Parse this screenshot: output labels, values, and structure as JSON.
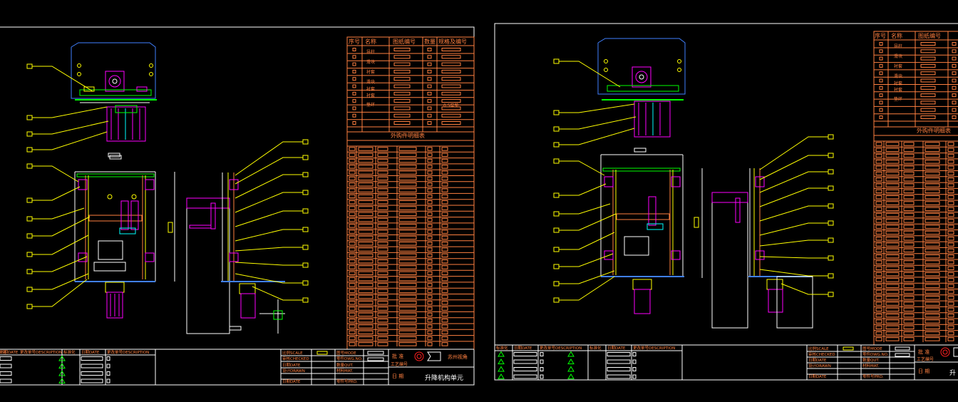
{
  "colors": {
    "background": "#000000",
    "frame": "#ffffff",
    "table": "#ff8040",
    "leader": "#ffff00",
    "machine": "#00ffff",
    "magenta": "#ff00ff",
    "green": "#00ff00",
    "blue": "#4080ff",
    "red": "#ff2020"
  },
  "sheet_left": {
    "header": [
      "序号",
      "名称",
      "图纸编号",
      "数量",
      "规格及编号"
    ],
    "names": [
      "导柱",
      "滑块",
      "衬套",
      "滑块",
      "衬套",
      "衬套",
      "垫环"
    ],
    "note": "0.5厚垫",
    "parts_list_title": "外购件明细表",
    "title_block": {
      "revision_headers": [
        "标准化",
        "日期DATE",
        "更改单号DESCRIPTION",
        "标准化",
        "日期DATE",
        "更改单号DESCRIPTION"
      ],
      "info_labels": [
        "比例SCALE",
        "审核CHECKED",
        "日期DATE",
        "设计DRAWN",
        "日期DATE"
      ],
      "info_labels2": [
        "图号MODE",
        "零件DWG.NO.",
        "数量QUT.",
        "材料MAT.",
        "零件号PRO."
      ],
      "approve": "批 准",
      "check": "工艺编号",
      "date": "日 期",
      "company": "苏州视角",
      "drawing_title": "升降机构单元"
    }
  },
  "sheet_right": {
    "header": [
      "序号",
      "名称",
      "图纸编号"
    ],
    "names": [
      "导柱",
      "滑块",
      "衬套",
      "滑块",
      "衬套",
      "衬套",
      "垫环"
    ],
    "parts_list_title": "外购件明细表",
    "title_block": {
      "revision_headers": [
        "标准化",
        "日期DATE",
        "更改单号DESCRIPTION",
        "标准化",
        "日期DATE",
        "更改单号DESCRIPTION"
      ],
      "info_labels": [
        "比例SCALE",
        "审核CHECKED",
        "日期DATE",
        "设计DRAWN",
        "日期DATE"
      ],
      "info_labels2": [
        "图号MODE",
        "零件DWG.NO.",
        "数量QUT.",
        "材料MAT.",
        "零件号PRO."
      ],
      "approve": "批 准",
      "check": "工艺编号",
      "date": "日 期",
      "drawing_title": "升"
    }
  }
}
